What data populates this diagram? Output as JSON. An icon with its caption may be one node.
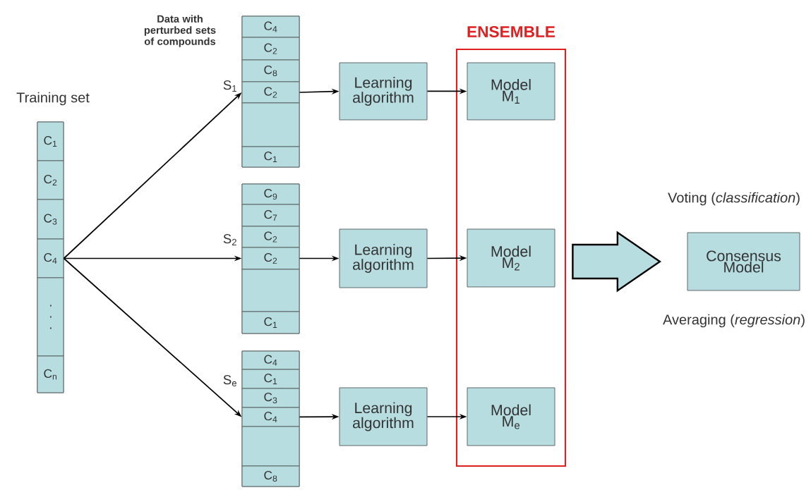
{
  "diagram": {
    "nodes": [
      {
        "text": [
          "Training set"
        ]
      },
      {
        "text": [
          "C$_{1}$"
        ],
        "in": 0
      },
      {
        "text": [
          "C$_{2}$"
        ],
        "in": 0
      },
      {
        "text": [
          "C$_{3}$"
        ],
        "in": 0
      },
      {
        "text": [
          "C$_{4}$"
        ],
        "in": 0
      },
      {
        "text": [
          ". . ."
        ],
        "in": 0
      },
      {
        "text": [
          "C$_{n}$"
        ],
        "in": 0
      },
      {
        "text": [],
        "shape": "box",
        "beside": [
          "S$_{1}$"
        ]
      },
      {
        "text": [
          "C$_{4}$"
        ],
        "in": 7
      },
      {
        "text": [
          "C$_{2}$"
        ],
        "in": 7
      },
      {
        "text": [
          "C$_{8}$"
        ],
        "in": 7
      },
      {
        "text": [
          "C$_{2}$"
        ],
        "in": 7
      },
      {
        "text": [],
        "shape": "box",
        "in": 7
      },
      {
        "text": [
          "C$_{1}$"
        ],
        "in": 7
      },
      {
        "text": [],
        "shape": "box",
        "beside": [
          "S$_{2}$"
        ]
      },
      {
        "text": [
          "C$_{9}$"
        ],
        "in": 14
      },
      {
        "text": [
          "C$_{7}$"
        ],
        "in": 14
      },
      {
        "text": [
          "C$_{2}$"
        ],
        "in": 14
      },
      {
        "text": [
          "C$_{2}$"
        ],
        "in": 14
      },
      {
        "text": [],
        "shape": "box",
        "in": 14
      },
      {
        "text": [
          "C$_{1}$"
        ],
        "in": 14
      },
      {
        "text": [],
        "shape": "box",
        "beside": [
          "S$_{e}$"
        ]
      },
      {
        "text": [
          "C$_{4}$"
        ],
        "in": 21
      },
      {
        "text": [
          "C$_{1}$"
        ],
        "in": 21
      },
      {
        "text": [
          "C$_{3}$"
        ],
        "in": 21
      },
      {
        "text": [
          "C$_{4}$"
        ],
        "in": 21
      },
      {
        "text": [],
        "shape": "box",
        "in": 21
      },
      {
        "text": [
          "C$_{8}$"
        ],
        "in": 21
      },
      {
        "text": [
          "Learning algorithm"
        ]
      },
      {
        "text": [
          "Learning algorithm"
        ]
      },
      {
        "text": [
          "Learning algorithm"
        ]
      },
      {
        "text": [
          "ENSEMBLE"
        ]
      },
      {
        "text": [
          "Model M$_{1}$"
        ],
        "in": 31
      },
      {
        "text": [
          "Model M$_{2}$"
        ],
        "in": 31
      },
      {
        "text": [
          "Model M$_{e}$"
        ],
        "in": 31
      },
      {
        "text": [
          "Consensus Model"
        ]
      }
    ],
    "edges": [
      {
        "from": 4,
        "to": 11,
        "arrow": "to"
      },
      {
        "from": 4,
        "to": 18,
        "arrow": "to"
      },
      {
        "from": 4,
        "to": 25,
        "arrow": "to"
      },
      {
        "from": 11,
        "to": 28,
        "arrow": "to"
      },
      {
        "from": 18,
        "to": 29,
        "arrow": "to"
      },
      {
        "from": 25,
        "to": 30,
        "arrow": "to"
      },
      {
        "from": 28,
        "to": 32,
        "arrow": "to"
      },
      {
        "from": 29,
        "to": 33,
        "arrow": "to"
      },
      {
        "from": 30,
        "to": 34,
        "arrow": "to"
      },
      {
        "from": 31,
        "to": 35,
        "arrow": "to",
        "style": "thick"
      }
    ],
    "labels": [
      "Data with perturbed sets of compounds",
      "Voting (*classification*)",
      "Averaging (*regression*)"
    ]
  }
}
